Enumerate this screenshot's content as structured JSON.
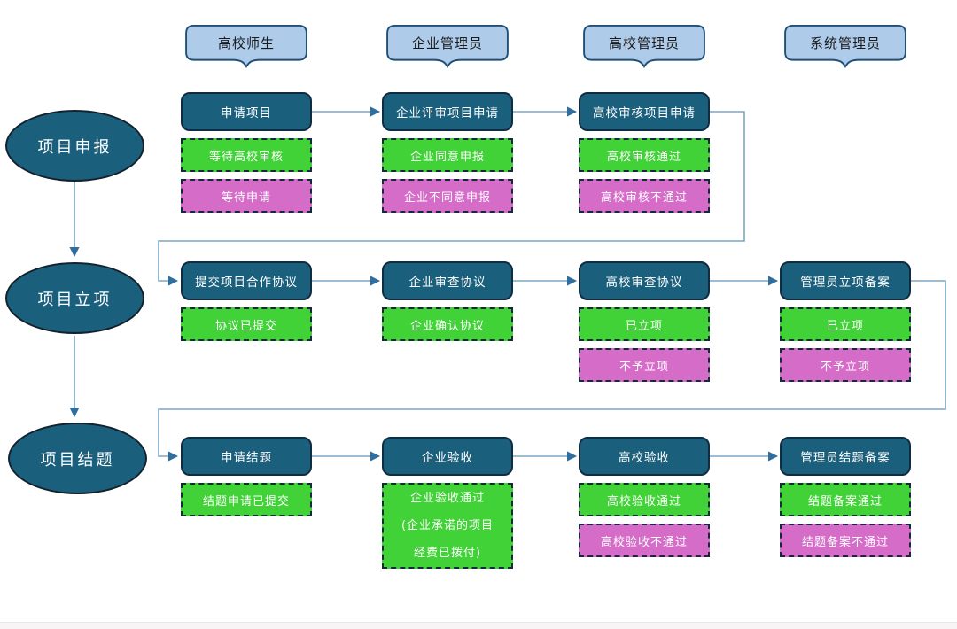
{
  "colors": {
    "node_fill": "#1a5f7c",
    "node_border": "#102c40",
    "header_fill": "#aecbe9",
    "header_border": "#1f4e77",
    "success_fill": "#41d237",
    "fail_fill": "#d46cc8",
    "status_border": "#15293e",
    "connector": "#7aa6c2",
    "arrowhead": "#2f6f9f",
    "text_light": "#ffffff",
    "text_dark": "#1a1a1a"
  },
  "lanes": [
    {
      "label": "高校师生"
    },
    {
      "label": "企业管理员"
    },
    {
      "label": "高校管理员"
    },
    {
      "label": "系统管理员"
    }
  ],
  "phases": [
    {
      "label": "项目申报"
    },
    {
      "label": "项目立项"
    },
    {
      "label": "项目结题"
    }
  ],
  "nodes": [
    {
      "title": "申请项目",
      "statuses": [
        {
          "type": "success",
          "label": "等待高校审核"
        },
        {
          "type": "fail",
          "label": "等待申请"
        }
      ]
    },
    {
      "title": "企业评审项目申请",
      "statuses": [
        {
          "type": "success",
          "label": "企业同意申报"
        },
        {
          "type": "fail",
          "label": "企业不同意申报"
        }
      ]
    },
    {
      "title": "高校审核项目申请",
      "statuses": [
        {
          "type": "success",
          "label": "高校审核通过"
        },
        {
          "type": "fail",
          "label": "高校审核不通过"
        }
      ]
    },
    {
      "title": "提交项目合作协议",
      "statuses": [
        {
          "type": "success",
          "label": "协议已提交"
        }
      ]
    },
    {
      "title": "企业审查协议",
      "statuses": [
        {
          "type": "success",
          "label": "企业确认协议"
        }
      ]
    },
    {
      "title": "高校审查协议",
      "statuses": [
        {
          "type": "success",
          "label": "已立项"
        },
        {
          "type": "fail",
          "label": "不予立项"
        }
      ]
    },
    {
      "title": "管理员立项备案",
      "statuses": [
        {
          "type": "success",
          "label": "已立项"
        },
        {
          "type": "fail",
          "label": "不予立项"
        }
      ]
    },
    {
      "title": "申请结题",
      "statuses": [
        {
          "type": "success",
          "label": "结题申请已提交"
        }
      ]
    },
    {
      "title": "企业验收",
      "statuses": [
        {
          "type": "success",
          "lines": [
            "企业验收通过",
            "(企业承诺的项目",
            "经费已拨付)"
          ]
        }
      ]
    },
    {
      "title": "高校验收",
      "statuses": [
        {
          "type": "success",
          "label": "高校验收通过"
        },
        {
          "type": "fail",
          "label": "高校验收不通过"
        }
      ]
    },
    {
      "title": "管理员结题备案",
      "statuses": [
        {
          "type": "success",
          "label": "结题备案通过"
        },
        {
          "type": "fail",
          "label": "结题备案不通过"
        }
      ]
    }
  ]
}
